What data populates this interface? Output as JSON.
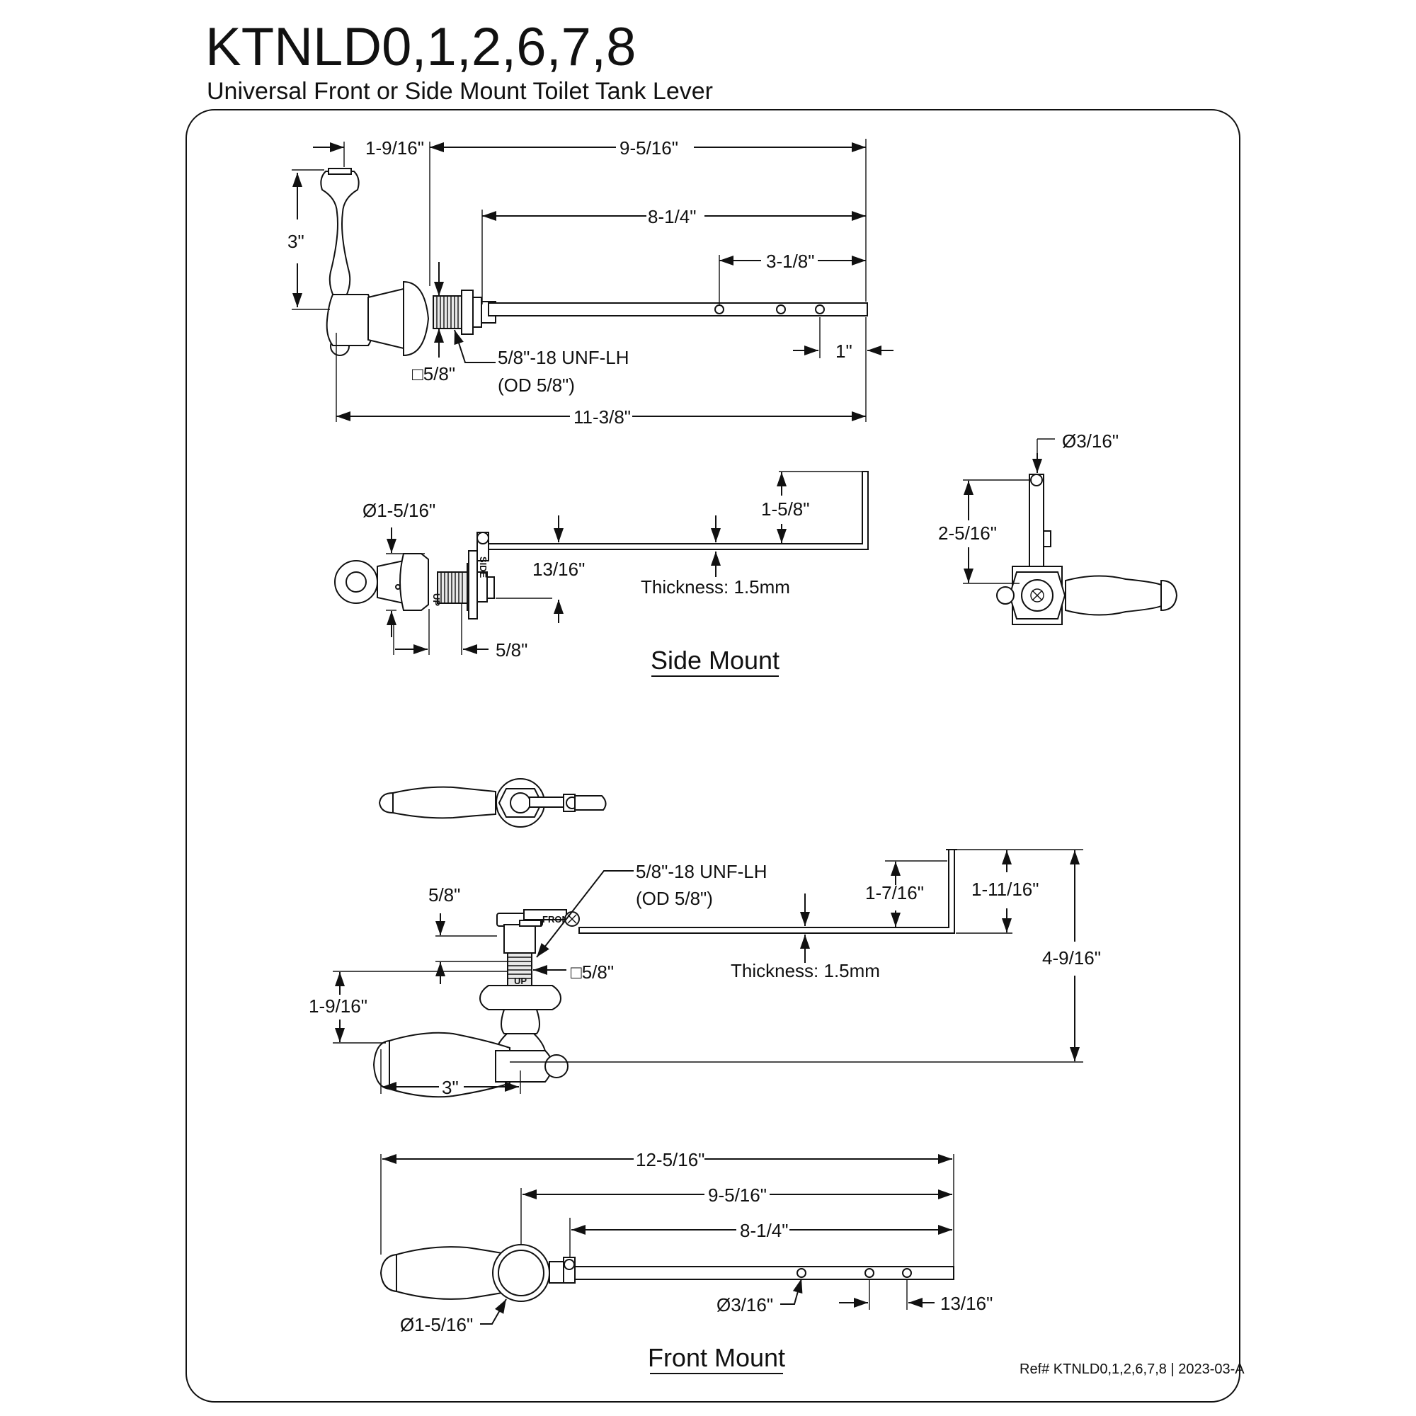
{
  "header": {
    "title": "KTNLD0,1,2,6,7,8",
    "subtitle": "Universal Front or Side Mount Toilet Tank Lever"
  },
  "top_view": {
    "dim_handle_width": "1-9/16\"",
    "dim_total_arm": "9-5/16\"",
    "dim_arm": "8-1/4\"",
    "dim_hole_offset": "3-1/8\"",
    "dim_height": "3\"",
    "dim_hole_pitch": "1\"",
    "dim_square": "□5/8\"",
    "thread_line1": "5/8\"-18 UNF-LH",
    "thread_line2": "(OD 5/8\")",
    "dim_overall": "11-3/8\""
  },
  "side_mount": {
    "dim_flange": "Ø1-5/16\"",
    "dim_bend": "1-5/8\"",
    "dim_offset": "13/16\"",
    "thickness": "Thickness: 1.5mm",
    "dim_nut": "5/8\"",
    "side_label": "SIDE",
    "up_label": "UP",
    "dim_hole": "Ø3/16\"",
    "dim_depth": "2-5/16\"",
    "section_label": "Side Mount"
  },
  "front_mount": {
    "thread_line1": "5/8\"-18 UNF-LH",
    "thread_line2": "(OD 5/8\")",
    "dim_nut": "5/8\"",
    "dim_bend": "1-7/16\"",
    "dim_bend_outer": "1-11/16\"",
    "dim_square": "□5/8\"",
    "thickness": "Thickness: 1.5mm",
    "dim_height": "4-9/16\"",
    "dim_stem": "1-9/16\"",
    "dim_handle": "3\"",
    "front_label": "FRONT",
    "up_label": "UP",
    "dim_overall": "12-5/16\"",
    "dim_total_arm": "9-5/16\"",
    "dim_arm": "8-1/4\"",
    "dim_hole": "Ø3/16\"",
    "dim_hole_pitch": "13/16\"",
    "dim_flange": "Ø1-5/16\"",
    "section_label": "Front Mount"
  },
  "footer": {
    "ref": "Ref# KTNLD0,1,2,6,7,8 | 2023-03-A"
  }
}
